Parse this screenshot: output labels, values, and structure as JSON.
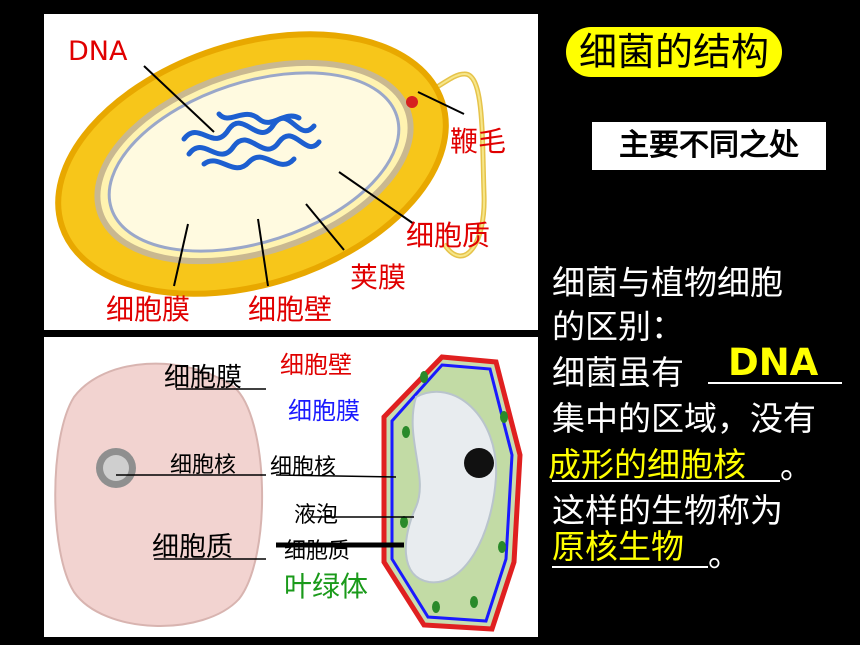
{
  "title": "细菌的结构",
  "subtitle": "主要不同之处",
  "bacteria_labels": {
    "dna": "DNA",
    "flagellum": "鞭毛",
    "cytoplasm": "细胞质",
    "capsule": "荚膜",
    "membrane": "细胞膜",
    "wall": "细胞壁"
  },
  "cells_labels": {
    "animal_membrane": "细胞膜",
    "plant_wall": "细胞壁",
    "plant_membrane": "细胞膜",
    "animal_nucleus": "细胞核",
    "plant_nucleus": "细胞核",
    "vacuole": "液泡",
    "animal_cytoplasm": "细胞质",
    "plant_cytoplasm": "细胞质",
    "chloroplast": "叶绿体"
  },
  "text": {
    "line1": "细菌与植物细胞",
    "line2": "的区别：",
    "line3_prefix": "细菌虽有",
    "blank1_answer": "DNA",
    "line4": "集中的区域，没有",
    "blank2_answer": "成形的细胞核",
    "line5_suffix": "。",
    "line6": "这样的生物称为",
    "blank3_answer": "原核生物",
    "line7_suffix": "。"
  },
  "colors": {
    "background": "#000000",
    "highlight": "#ffff00",
    "label_red": "#e00000",
    "label_blue": "#1a1aff",
    "label_green": "#1a9a1a"
  }
}
